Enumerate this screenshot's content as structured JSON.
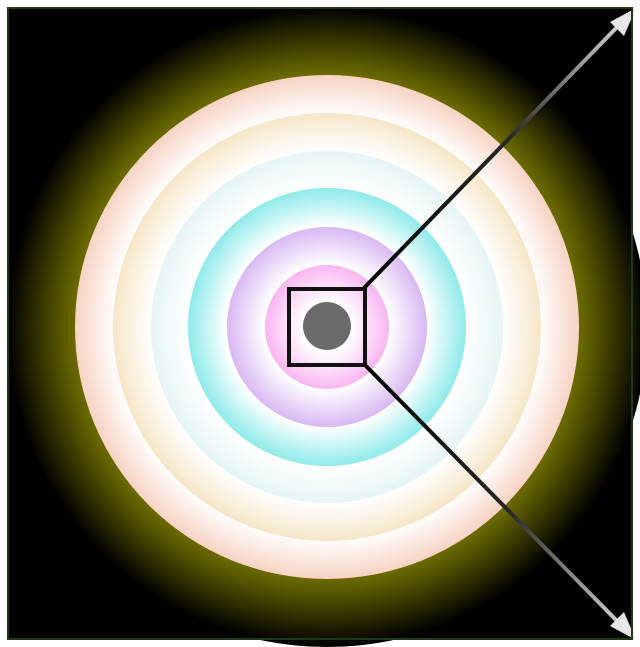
{
  "diagram": {
    "background": "#000000",
    "frame_color": "#1f3a12",
    "halo_color": "#b5b300",
    "center_dot_color": "#6b6b6b",
    "zoom_box_color": "#111111",
    "arrow_color": "#e6e6e6",
    "arrow_line_color": "#000000",
    "rings": [
      {
        "name": "outer-peach-ring",
        "color": "#f7d3c3"
      },
      {
        "name": "cream-ring",
        "color": "#f6e6c8"
      },
      {
        "name": "pale-cyan-ring",
        "color": "#e6f5f6"
      },
      {
        "name": "cyan-ring",
        "color": "#8feaea"
      },
      {
        "name": "lavender-ring",
        "color": "#d8b8f2"
      },
      {
        "name": "pink-ring",
        "color": "#f9b5f1"
      }
    ],
    "arrows": [
      {
        "name": "upper-right-arrow",
        "direction": "up-right"
      },
      {
        "name": "lower-right-arrow",
        "direction": "down-right"
      }
    ]
  }
}
